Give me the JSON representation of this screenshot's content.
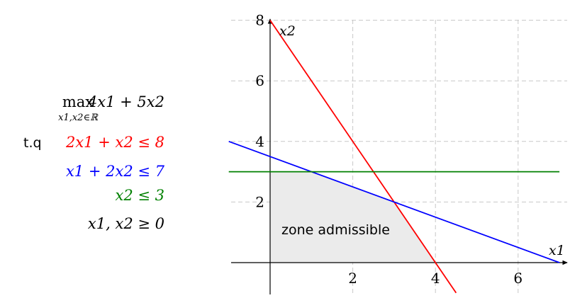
{
  "problem": {
    "objective": {
      "op": "max",
      "subscript": "x1,x2∈ℝ",
      "expr": "4x1 + 5x2"
    },
    "tq_label": "t.q",
    "constraints": [
      {
        "text": "2x1 + x2 ≤ 8",
        "color": "#ff0000"
      },
      {
        "text": "x1 + 2x2 ≤ 7",
        "color": "#0000ff"
      },
      {
        "text": "x2 ≤ 3",
        "color": "#008000"
      },
      {
        "text": "x1, x2 ≥ 0",
        "color": "#000000"
      }
    ]
  },
  "chart_data": {
    "type": "line",
    "x_axis_label": "x1",
    "y_axis_label": "x2",
    "xlim": [
      -1,
      7
    ],
    "ylim": [
      -1,
      8
    ],
    "x_ticks": [
      "2",
      "4",
      "6"
    ],
    "y_ticks": [
      "2",
      "4",
      "6",
      "8"
    ],
    "grid": true,
    "series": [
      {
        "equation": "2x1 + x2 = 8",
        "color": "#ff0000",
        "points": [
          [
            0,
            8
          ],
          [
            4.5,
            -1
          ]
        ]
      },
      {
        "equation": "x1 + 2x2 = 7",
        "color": "#0000ff",
        "points": [
          [
            -1,
            4
          ],
          [
            7,
            0
          ]
        ]
      },
      {
        "equation": "x2 = 3",
        "color": "#008000",
        "points": [
          [
            -1,
            3
          ],
          [
            7,
            3
          ]
        ]
      }
    ],
    "feasible_region": {
      "label": "zone admissible",
      "fill": "#ebebeb",
      "vertices": [
        [
          0,
          0
        ],
        [
          0,
          3
        ],
        [
          1,
          3
        ],
        [
          3,
          2
        ],
        [
          4,
          0
        ]
      ]
    }
  }
}
